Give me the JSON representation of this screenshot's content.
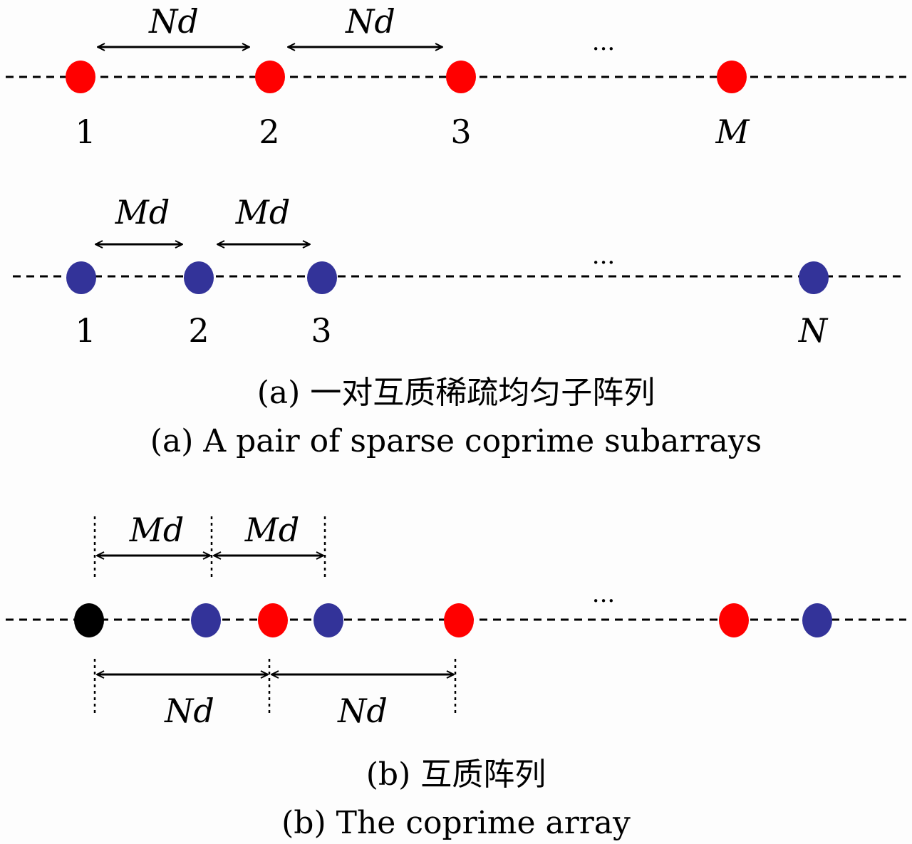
{
  "colors": {
    "subarray1": "#ff0000",
    "subarray2": "#333399",
    "reference": "#000000",
    "line": "#000000"
  },
  "panel_a": {
    "row1": {
      "spacing_labels": [
        "Nd",
        "Nd"
      ],
      "ellipsis": "...",
      "element_labels": [
        "1",
        "2",
        "3",
        "M"
      ]
    },
    "row2": {
      "spacing_labels": [
        "Md",
        "Md"
      ],
      "ellipsis": "...",
      "element_labels": [
        "1",
        "2",
        "3",
        "N"
      ]
    },
    "caption_cn": "(a) 一对互质稀疏均匀子阵列",
    "caption_en": "(a) A pair of sparse coprime subarrays"
  },
  "panel_b": {
    "top_spacing_labels": [
      "Md",
      "Md"
    ],
    "bottom_spacing_labels": [
      "Nd",
      "Nd"
    ],
    "ellipsis": "...",
    "caption_cn": "(b) 互质阵列",
    "caption_en": "(b) The coprime array"
  }
}
